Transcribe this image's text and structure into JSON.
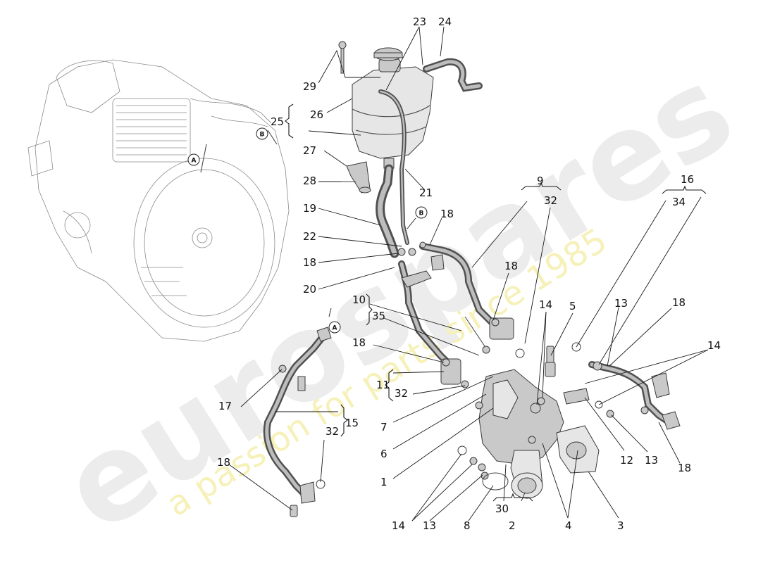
{
  "watermark": {
    "main": "eurospares",
    "tagline": "a passion for parts since 1985"
  },
  "markers": {
    "a": "A",
    "b": "B"
  },
  "callouts": {
    "c1": "1",
    "c2": "2",
    "c3": "3",
    "c4": "4",
    "c5": "5",
    "c6": "6",
    "c7": "7",
    "c8": "8",
    "c9": "9",
    "c10": "10",
    "c11": "11",
    "c12": "12",
    "c13": "13",
    "c14": "14",
    "c15": "15",
    "c16": "16",
    "c17": "17",
    "c18": "18",
    "c19": "19",
    "c20": "20",
    "c21": "21",
    "c22": "22",
    "c23": "23",
    "c24": "24",
    "c25": "25",
    "c26": "26",
    "c27": "27",
    "c28": "28",
    "c29": "29",
    "c30": "30",
    "c32": "32",
    "c34": "34",
    "c35": "35"
  }
}
